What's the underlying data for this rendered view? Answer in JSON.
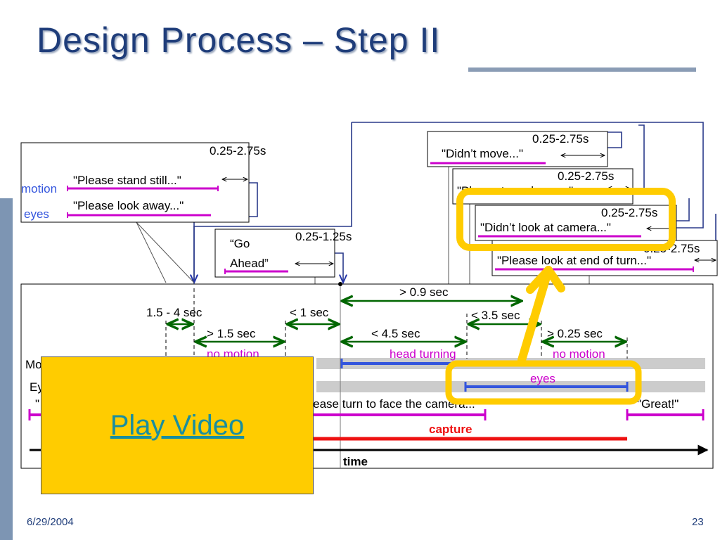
{
  "slide": {
    "title": "Design Process – Step II",
    "date": "6/29/2004",
    "page_number": "23",
    "video_link": "Play Video"
  },
  "dialog_boxes": {
    "stand_still": {
      "duration": "0.25-2.75s",
      "motion_label": "motion",
      "eyes_label": "eyes",
      "prompt_motion": "\"Please  stand still...\"",
      "prompt_eyes": "\"Please look away...\""
    },
    "go_ahead": {
      "text": "“Go Ahead”",
      "duration": "0.25-1.25s"
    },
    "didnt_move": {
      "duration": "0.25-2.75s",
      "prompt": "\"Didn’t move...\""
    },
    "turn_slower": {
      "duration": "0.25-2.75s",
      "prompt": "\"Please turn slower...\""
    },
    "didnt_look": {
      "duration": "0.25-2.75s",
      "prompt": "\"Didn’t look at camera...\""
    },
    "look_end": {
      "duration": "0.25-2.75s",
      "prompt": "\"Please look at end of turn...\""
    }
  },
  "timeline": {
    "timing_labels": [
      "> 0.9 sec",
      "1.5 - 4 sec",
      "< 1 sec",
      "< 3.5 sec",
      "> 1.5 sec",
      "< 4.5 sec",
      "> 0.25 sec"
    ],
    "row_motion": "Motion",
    "row_eyes": "Eyes",
    "no_motion_1": "no motion",
    "head_turning": "head turning",
    "no_motion_2": "no motion",
    "eyes_label": "eyes",
    "prompt_face_camera": "\"Please turn to face the camera...\"",
    "prompt_great": "\"Great!\"",
    "capture": "capture",
    "time": "time"
  },
  "colors": {
    "title": "#1f3d7a",
    "highlight": "#ffcc00",
    "magenta": "#cc00cc",
    "blue": "#3355dd",
    "green": "#006600",
    "capture_red": "#ee1111",
    "video_link": "#1a8e9e"
  }
}
